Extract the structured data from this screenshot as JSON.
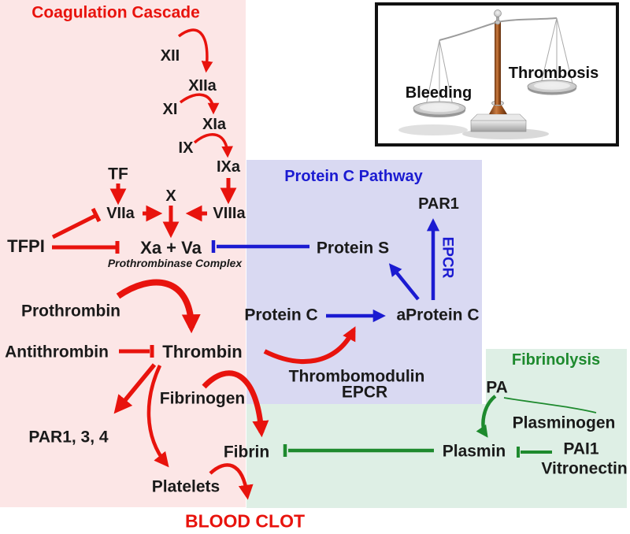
{
  "colors": {
    "red": "#e8130d",
    "blue": "#1b1bd1",
    "green": "#1e8a2e",
    "pink_bg": "#fce6e6",
    "blue_bg": "#d9d9f2",
    "green_bg": "#deefe5"
  },
  "coagulation": {
    "title": "Coagulation Cascade",
    "nodes": {
      "xii": "XII",
      "xiia": "XIIa",
      "xi": "XI",
      "xia": "XIa",
      "ix": "IX",
      "ixa": "IXa",
      "tf": "TF",
      "x": "X",
      "viia": "VIIa",
      "viiia": "VIIIa",
      "tfpi": "TFPI",
      "xa_va": "Xa + Va",
      "prothrombinase": "Prothrombinase Complex",
      "prothrombin": "Prothrombin",
      "antithrombin": "Antithrombin",
      "thrombin": "Thrombin",
      "fibrinogen": "Fibrinogen",
      "par134": "PAR1, 3, 4",
      "fibrin": "Fibrin",
      "platelets": "Platelets",
      "blood_clot": "BLOOD CLOT"
    }
  },
  "protein_c_pathway": {
    "title": "Protein C Pathway",
    "nodes": {
      "par1": "PAR1",
      "epcr_vertical": "EPCR",
      "protein_s": "Protein S",
      "protein_c": "Protein C",
      "aprotein_c": "aProtein C",
      "thrombomodulin": "Thrombomodulin",
      "epcr": "EPCR"
    }
  },
  "fibrinolysis": {
    "title": "Fibrinolysis",
    "nodes": {
      "pa": "PA",
      "plasminogen": "Plasminogen",
      "plasmin": "Plasmin",
      "pai1": "PAI1",
      "vitronectin": "Vitronectin"
    }
  },
  "inset": {
    "left_label": "Bleeding",
    "right_label": "Thrombosis"
  }
}
